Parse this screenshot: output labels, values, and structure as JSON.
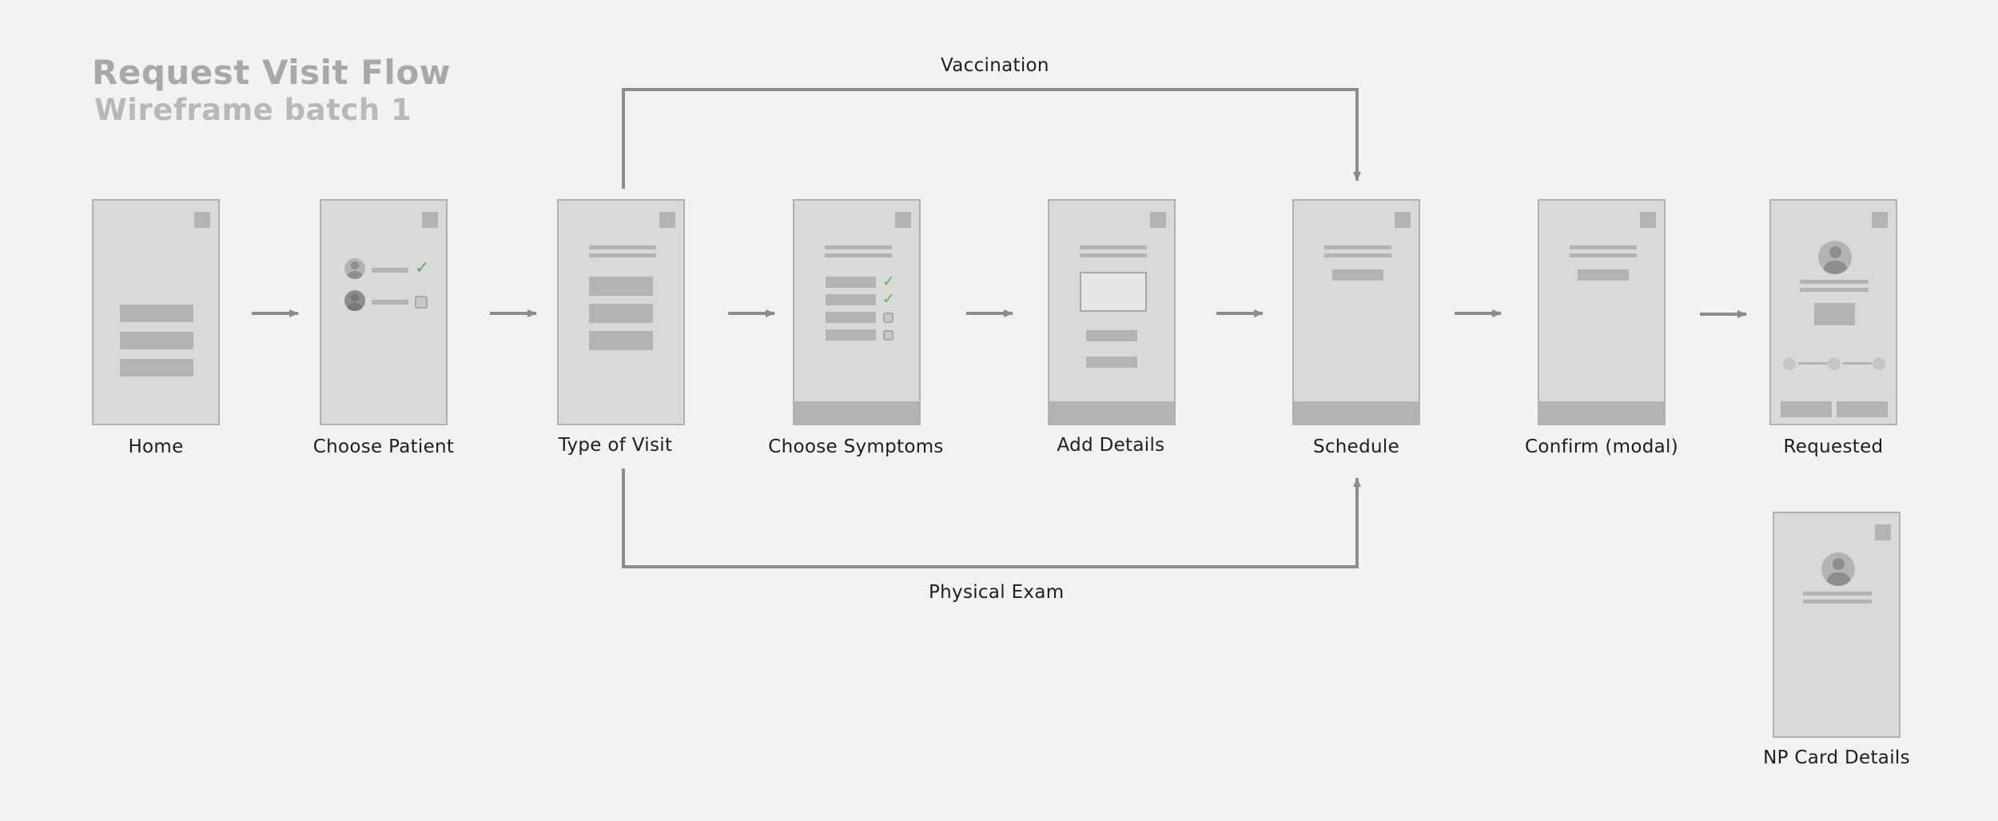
{
  "header": {
    "title": "Request Visit Flow",
    "subtitle": "Wireframe batch 1"
  },
  "branches": {
    "top": "Vaccination",
    "bottom": "Physical Exam"
  },
  "screens": [
    {
      "id": "home",
      "label": "Home"
    },
    {
      "id": "choose-patient",
      "label": "Choose Patient"
    },
    {
      "id": "type-of-visit",
      "label": "Type of Visit"
    },
    {
      "id": "choose-symptoms",
      "label": "Choose Symptoms"
    },
    {
      "id": "add-details",
      "label": "Add Details"
    },
    {
      "id": "schedule",
      "label": "Schedule"
    },
    {
      "id": "confirm-modal",
      "label": "Confirm (modal)"
    },
    {
      "id": "requested",
      "label": "Requested"
    },
    {
      "id": "np-card-details",
      "label": "NP Card Details"
    }
  ],
  "colors": {
    "background": "#f2f2f2",
    "screen": "#d9d9d9",
    "placeholder": "#b3b3b3",
    "connector": "#8c8c8c",
    "check": "#5fae68"
  }
}
